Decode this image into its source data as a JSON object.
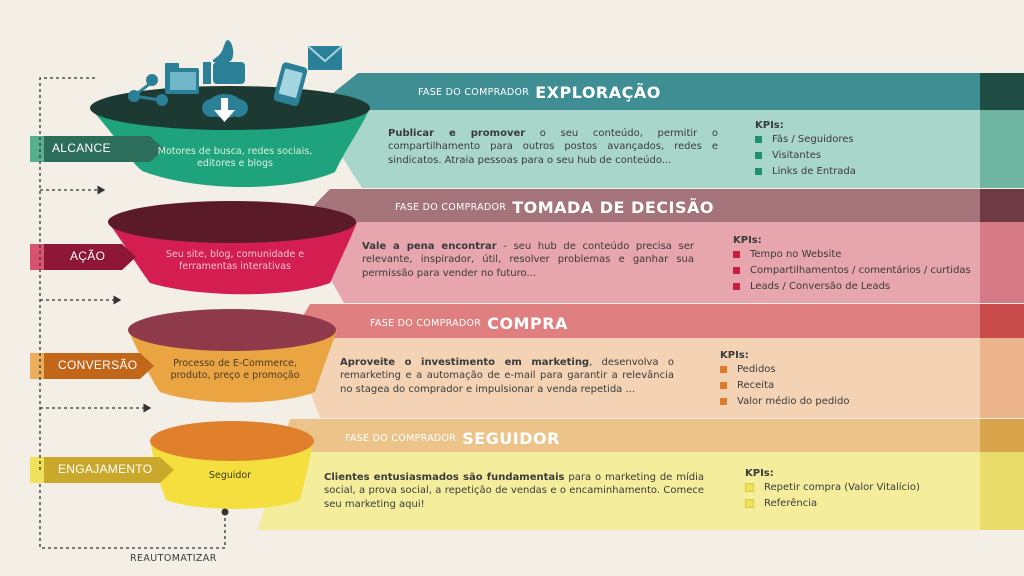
{
  "stages": [
    {
      "phase_small": "FASE DO COMPRADOR",
      "phase_big": "EXPLORAÇÃO",
      "label": "ALCANCE",
      "funnel_text": "Motores de busca, redes sociais, editores e blogs",
      "desc_bold": "Publicar e promover",
      "desc_rest": " o seu conteúdo, permitir o compartilhamento para outros postos avançados, redes e sindicatos. Atraia pessoas para o seu hub de conteúdo...",
      "kpi_heading": "KPIs:",
      "kpis": [
        "Fãs / Seguidores",
        "Visitantes",
        "Links de Entrada"
      ],
      "colors": {
        "header": "#3f8e93",
        "band": "#a9d6cb",
        "funnel": "#1fa37c",
        "label": "#2c6e5a",
        "bullet": "#1f8f6e",
        "funnel_text": "#d8f2e4"
      }
    },
    {
      "phase_small": "FASE DO COMPRADOR",
      "phase_big": "TOMADA DE DECISÃO",
      "label": "AÇÃO",
      "funnel_text": "Seu site, blog, comunidade e ferramentas interativas",
      "desc_bold": "Vale a pena encontrar",
      "desc_rest": " - seu hub de conteúdo precisa ser relevante, inspirador, útil, resolver problemas e ganhar sua permissão para vender no futuro...",
      "kpi_heading": "KPIs:",
      "kpis": [
        "Tempo no Website",
        "Compartilhamentos / comentários / curtidas",
        "Leads / Conversão de Leads"
      ],
      "colors": {
        "header": "#a4747a",
        "band": "#e7a5ad",
        "funnel": "#d41e52",
        "label": "#8e1636",
        "bullet": "#c81f3e",
        "funnel_text": "#f6c3d0"
      }
    },
    {
      "phase_small": "FASE DO COMPRADOR",
      "phase_big": "COMPRA",
      "label": "CONVERSÃO",
      "funnel_text": "Processo de E-Commerce, produto, preço e promoção",
      "desc_bold": "Aproveite o investimento em marketing",
      "desc_rest": ", desenvolva o remarketing e a automação de e-mail para garantir a relevância no stagea do comprador e impulsionar a venda repetida ...",
      "kpi_heading": "KPIs:",
      "kpis": [
        "Pedidos",
        "Receita",
        "Valor médio do pedido"
      ],
      "colors": {
        "header": "#e07f7f",
        "band": "#f3d3b3",
        "funnel": "#eaa441",
        "label": "#c2661a",
        "bullet": "#e07a2c",
        "funnel_text": "#4a3a22"
      }
    },
    {
      "phase_small": "FASE DO COMPRADOR",
      "phase_big": "SEGUIDOR",
      "label": "ENGAJAMENTO",
      "funnel_text": "Seguidor",
      "desc_bold": "Clientes entusiasmados são fundamentais",
      "desc_rest": " para o marketing de mídia social, a prova social, a repetição de vendas e o encaminhamento. Comece seu marketing aqui!",
      "kpi_heading": "KPIs:",
      "kpis": [
        "Repetir compra (Valor Vitalício)",
        "Referência"
      ],
      "colors": {
        "header": "#ecc489",
        "band": "#f4ed9c",
        "funnel": "#f5df3e",
        "label": "#c9a82c",
        "bullet": "#d9c93e",
        "funnel_text": "#3a3a1a"
      }
    }
  ],
  "footer_label": "REAUTOMATIZAR",
  "icons": [
    "share-icon",
    "folder-icon",
    "thumbs-up-icon",
    "smartphone-icon",
    "envelope-icon",
    "download-icon"
  ]
}
